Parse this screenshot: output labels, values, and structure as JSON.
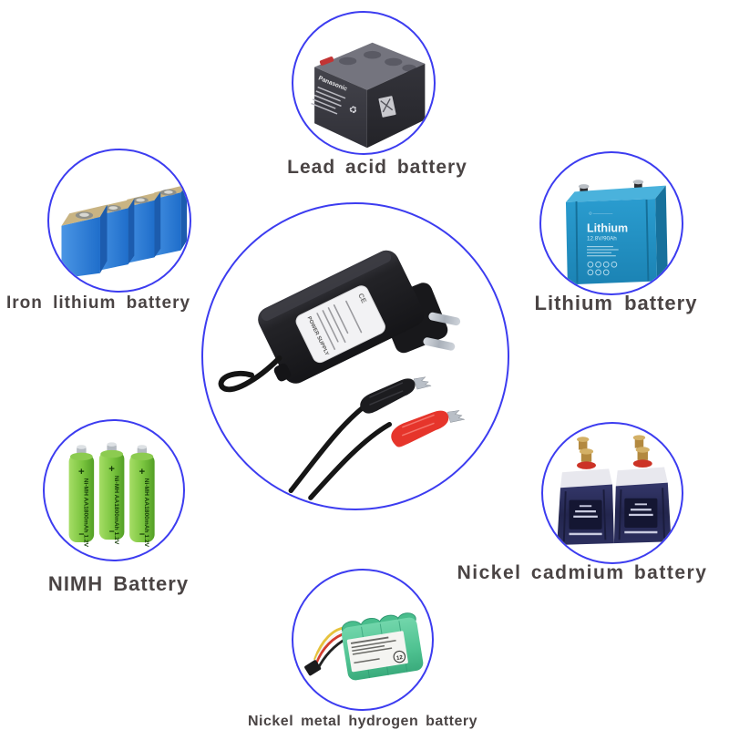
{
  "colors": {
    "circle_stroke": "#3c3cf0",
    "caption_text": "#4a4444",
    "iron_lithium_blue": "#2e7fd6",
    "lithium_teal": "#2191c4",
    "nimh_green": "#7cc943",
    "nicd_navy": "#2a2c55",
    "pack_mint": "#57c795",
    "clip_red": "#e8382c",
    "charger_black": "#1f1f23"
  },
  "charger": {
    "print_title": "POWER SUPPLY",
    "ce_mark": "CE"
  },
  "nodes": {
    "lead_acid": {
      "label": "Lead acid battery",
      "brand": "Panasonic",
      "recycle_glyph": "♻"
    },
    "iron_lithium": {
      "label": "Iron lithium battery"
    },
    "lithium": {
      "label": "Lithium battery",
      "print_title": "Lithium",
      "print_spec": "12.8V/90Ah"
    },
    "nimh": {
      "label": "NIMH Battery",
      "cell_plus": "+",
      "cell_print": "Ni-MH AA1800mAh 1.2V",
      "cell_minus": "−"
    },
    "nicd": {
      "label": "Nickel cadmium battery"
    },
    "nimh_pack": {
      "label": "Nickel metal hydrogen battery",
      "badge": "12"
    }
  }
}
